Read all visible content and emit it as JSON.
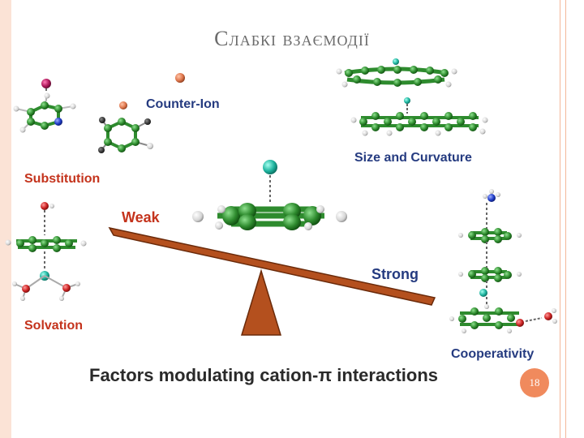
{
  "slide": {
    "title": "Слабкі взаємодії",
    "slide_number": "18",
    "accent_color": "#f08a5d"
  },
  "figure": {
    "labels": {
      "counter_ion": "Counter-Ion",
      "substitution": "Substitution",
      "size_curvature": "Size and Curvature",
      "weak": "Weak",
      "strong": "Strong",
      "solvation": "Solvation",
      "cooperativity": "Cooperativity"
    },
    "caption": "Factors modulating cation-π interactions",
    "colors": {
      "carbon": "#2e8b2e",
      "hydrogen": "#e6e6e6",
      "cation": "#1fb5a0",
      "oxygen": "#cc2222",
      "nitrogen": "#1f3cc8",
      "beam": "#b4501e",
      "label_navy": "#253b80",
      "label_red": "#c4331c"
    }
  }
}
